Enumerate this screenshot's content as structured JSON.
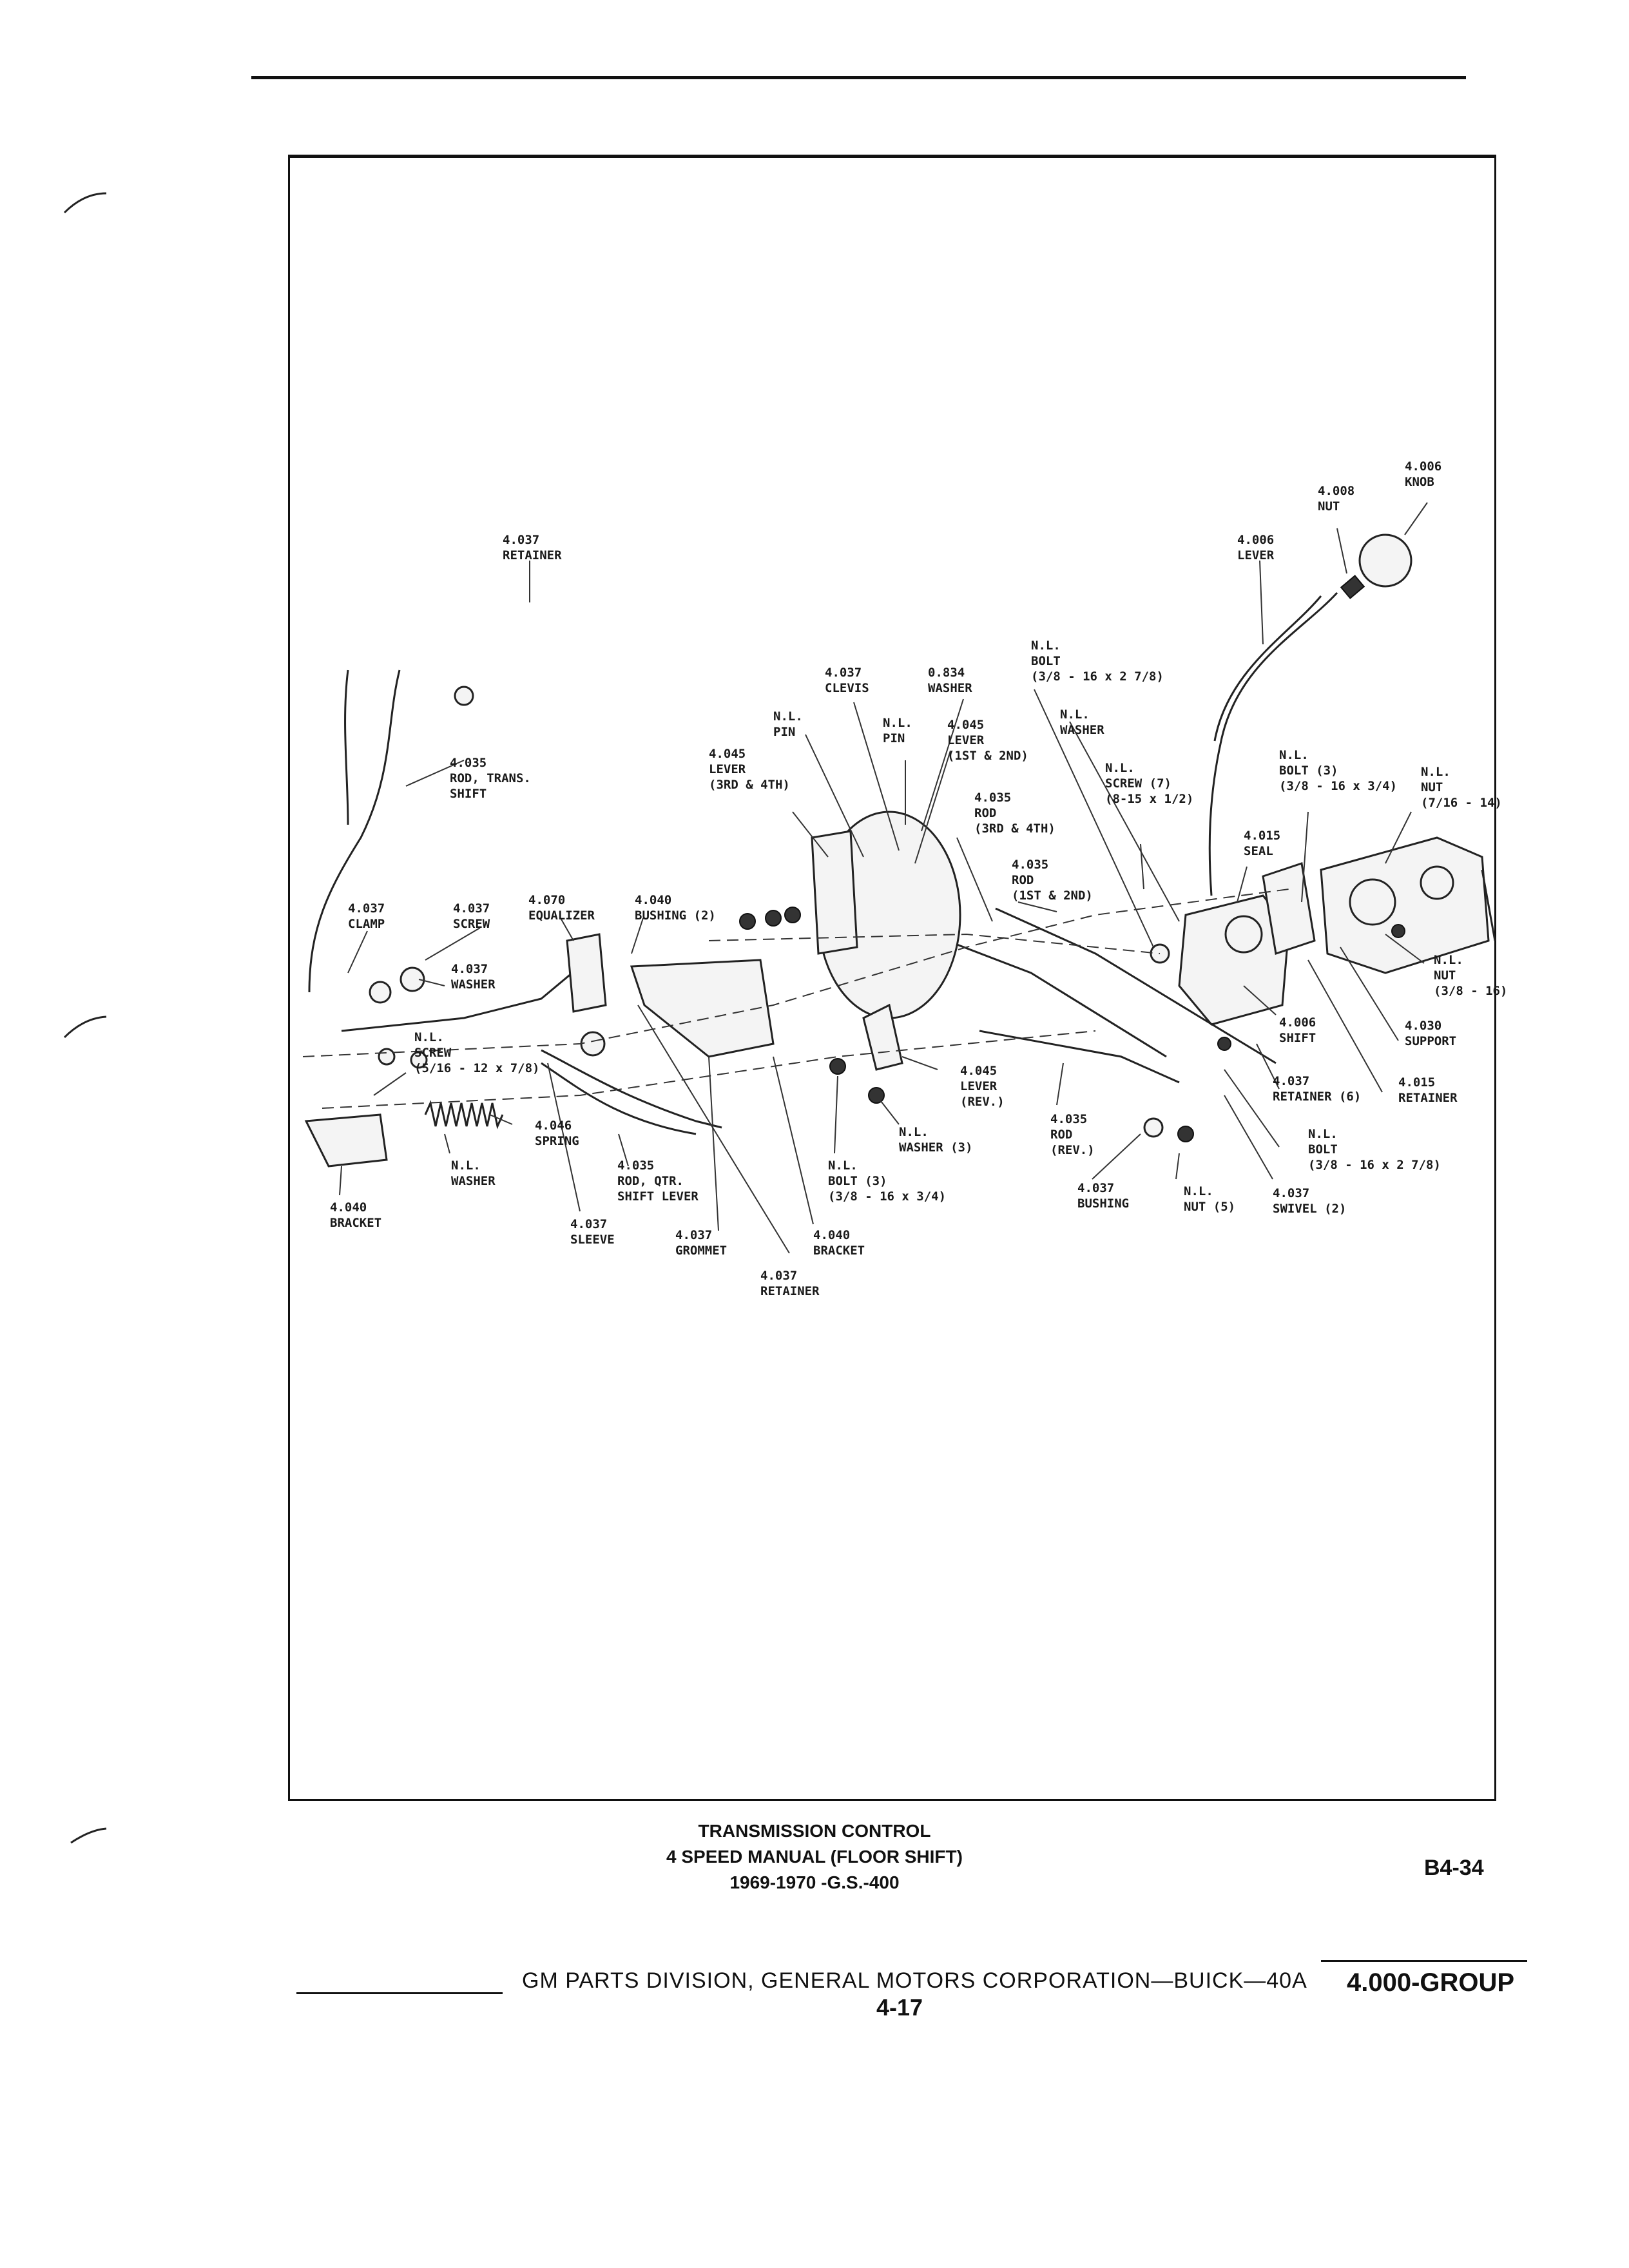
{
  "diagram": {
    "callouts": [
      {
        "id": "knob",
        "text": "4.006\nKNOB"
      },
      {
        "id": "nut-top",
        "text": "4.008\nNUT"
      },
      {
        "id": "lever-main",
        "text": "4.006\nLEVER"
      },
      {
        "id": "retainer-top",
        "text": "4.037\nRETAINER"
      },
      {
        "id": "bolt-nl-1",
        "text": "N.L.\nBOLT\n(3/8 - 16 x 2 7/8)"
      },
      {
        "id": "clevis",
        "text": "4.037\nCLEVIS"
      },
      {
        "id": "washer-0834",
        "text": "0.834\nWASHER"
      },
      {
        "id": "washer-nl-1",
        "text": "N.L.\nWASHER"
      },
      {
        "id": "pin-nl-1",
        "text": "N.L.\nPIN"
      },
      {
        "id": "pin-nl-2",
        "text": "N.L.\nPIN"
      },
      {
        "id": "lever-1st2nd",
        "text": "4.045\nLEVER\n(1ST & 2ND)"
      },
      {
        "id": "lever-3rd4th",
        "text": "4.045\nLEVER\n(3RD & 4TH)"
      },
      {
        "id": "rod-trans",
        "text": "4.035\nROD, TRANS.\nSHIFT"
      },
      {
        "id": "screw-nl-7",
        "text": "N.L.\nSCREW (7)\n(8-15 x 1/2)"
      },
      {
        "id": "bolt-nl-3",
        "text": "N.L.\nBOLT (3)\n(3/8 - 16 x 3/4)"
      },
      {
        "id": "nut-nl-716",
        "text": "N.L.\nNUT\n(7/16 - 14)"
      },
      {
        "id": "rod-3rd4th",
        "text": "4.035\nROD\n(3RD & 4TH)"
      },
      {
        "id": "rod-1st2nd",
        "text": "4.035\nROD\n(1ST & 2ND)"
      },
      {
        "id": "seal",
        "text": "4.015\nSEAL"
      },
      {
        "id": "clamp",
        "text": "4.037\nCLAMP"
      },
      {
        "id": "screw-4037",
        "text": "4.037\nSCREW"
      },
      {
        "id": "equalizer",
        "text": "4.070\nEQUALIZER"
      },
      {
        "id": "bushing-2",
        "text": "4.040\nBUSHING (2)"
      },
      {
        "id": "washer-4037",
        "text": "4.037\nWASHER"
      },
      {
        "id": "nut-nl-38",
        "text": "N.L.\nNUT\n(3/8 - 16)"
      },
      {
        "id": "shift",
        "text": "4.006\nSHIFT"
      },
      {
        "id": "support",
        "text": "4.030\nSUPPORT"
      },
      {
        "id": "screw-nl-516",
        "text": "N.L.\nSCREW\n(5/16 - 12 x 7/8)"
      },
      {
        "id": "lever-rev",
        "text": "4.045\nLEVER\n(REV.)"
      },
      {
        "id": "retainer-6",
        "text": "4.037\nRETAINER (6)"
      },
      {
        "id": "retainer-4015",
        "text": "4.015\nRETAINER"
      },
      {
        "id": "spring",
        "text": "4.046\nSPRING"
      },
      {
        "id": "washer-nl-3",
        "text": "N.L.\nWASHER (3)"
      },
      {
        "id": "rod-rev",
        "text": "4.035\nROD\n(REV.)"
      },
      {
        "id": "bolt-nl-287",
        "text": "N.L.\nBOLT\n(3/8 - 16 x 2 7/8)"
      },
      {
        "id": "washer-nl-2",
        "text": "N.L.\nWASHER"
      },
      {
        "id": "rod-qtr",
        "text": "4.035\nROD, QTR.\nSHIFT LEVER"
      },
      {
        "id": "bolt-nl-34",
        "text": "N.L.\nBOLT (3)\n(3/8 - 16 x 3/4)"
      },
      {
        "id": "bushing-4037",
        "text": "4.037\nBUSHING"
      },
      {
        "id": "nut-nl-5",
        "text": "N.L.\nNUT (5)"
      },
      {
        "id": "swivel",
        "text": "4.037\nSWIVEL (2)"
      },
      {
        "id": "bracket-left",
        "text": "4.040\nBRACKET"
      },
      {
        "id": "sleeve",
        "text": "4.037\nSLEEVE"
      },
      {
        "id": "grommet",
        "text": "4.037\nGROMMET"
      },
      {
        "id": "bracket-4040",
        "text": "4.040\nBRACKET"
      },
      {
        "id": "retainer-bottom",
        "text": "4.037\nRETAINER"
      }
    ]
  },
  "caption": {
    "line1": "TRANSMISSION CONTROL",
    "line2": "4 SPEED MANUAL (FLOOR SHIFT)",
    "line3": "1969-1970 -G.S.-400",
    "code": "B4-34"
  },
  "footer": {
    "division": "GM PARTS DIVISION, GENERAL MOTORS CORPORATION—BUICK—40A",
    "page": "4-17",
    "group": "4.000-GROUP"
  }
}
